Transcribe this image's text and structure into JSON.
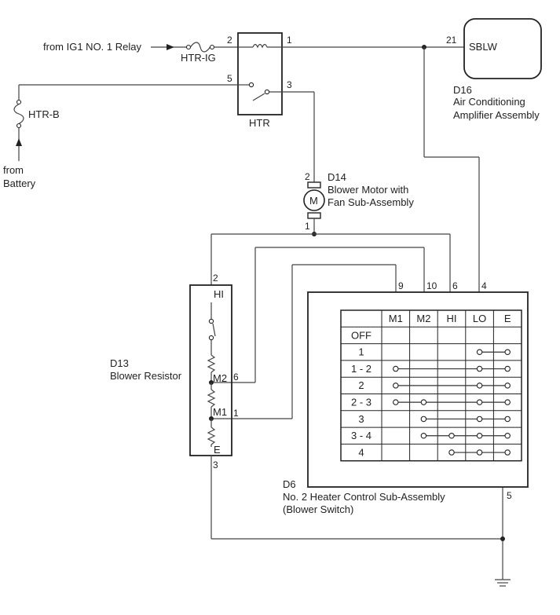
{
  "relay_source": "from IG1 NO. 1 Relay",
  "fuse_htr_ig": "HTR-IG",
  "fuse_htr_b": "HTR-B",
  "battery_source": [
    "from",
    "Battery"
  ],
  "htr_relay": {
    "name": "HTR",
    "pin_2": "2",
    "pin_1": "1",
    "pin_5": "5",
    "pin_3": "3"
  },
  "d16": {
    "code": "D16",
    "name": [
      "Air Conditioning",
      "Amplifier Assembly"
    ],
    "terminal": "SBLW",
    "pin": "21"
  },
  "d14": {
    "code": "D14",
    "name": [
      "Blower Motor with",
      "Fan Sub-Assembly"
    ],
    "symbol": "M",
    "pin_top": "2",
    "pin_bottom": "1"
  },
  "d13": {
    "code": "D13",
    "name": "Blower Resistor",
    "labels": {
      "hi": "HI",
      "m2": "M2",
      "m1": "M1",
      "e": "E"
    },
    "pins": {
      "hi": "2",
      "m2": "6",
      "m1": "1",
      "e": "3"
    }
  },
  "d6": {
    "code": "D6",
    "name": [
      "No. 2 Heater Control Sub-Assembly",
      "(Blower Switch)"
    ],
    "top_pins": [
      "9",
      "10",
      "6",
      "4"
    ],
    "bottom_pin": "5",
    "columns": [
      "M1",
      "M2",
      "HI",
      "LO",
      "E"
    ],
    "rows": [
      "OFF",
      "1",
      "1 - 2",
      "2",
      "2 - 3",
      "3",
      "3 - 4",
      "4"
    ],
    "connections": [
      [],
      [
        3,
        4
      ],
      [
        0,
        3,
        4
      ],
      [
        0,
        3,
        4
      ],
      [
        0,
        1,
        3,
        4
      ],
      [
        1,
        3,
        4
      ],
      [
        1,
        2,
        3,
        4
      ],
      [
        2,
        3,
        4
      ]
    ]
  }
}
